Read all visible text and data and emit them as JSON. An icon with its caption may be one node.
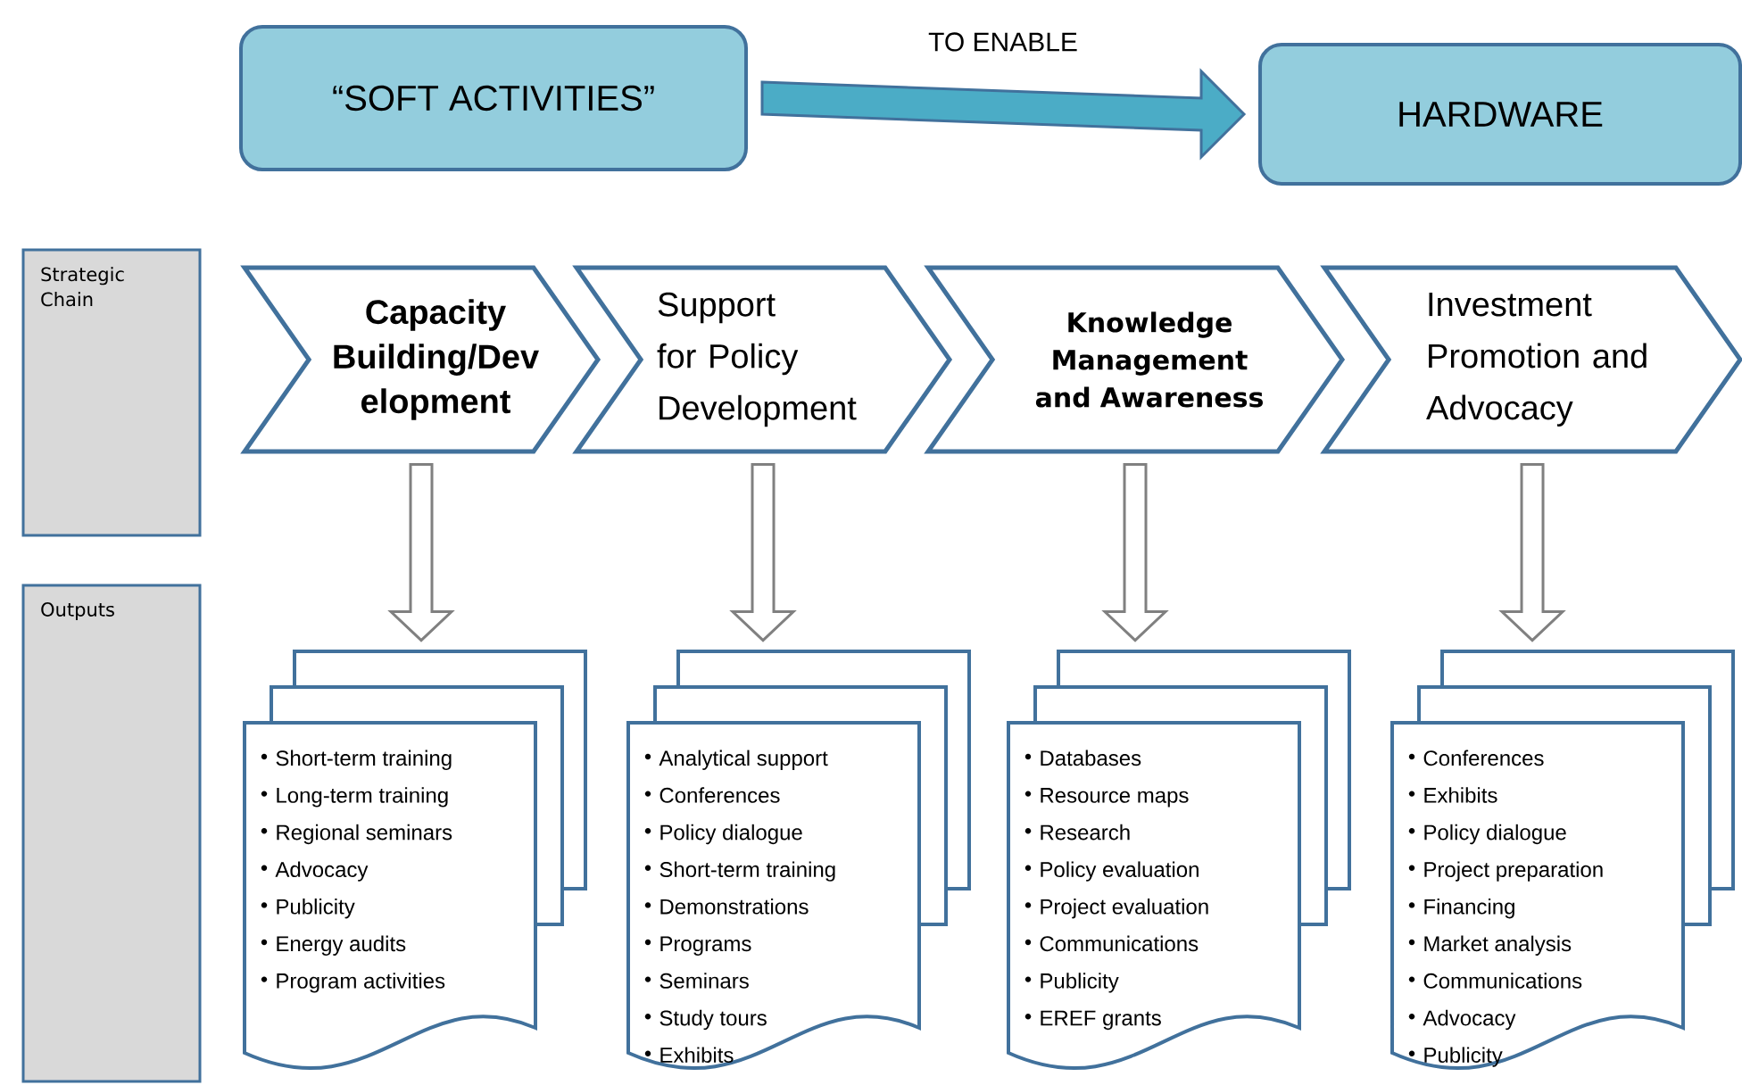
{
  "diagram": {
    "nodes": [
      {
        "text": [
          "“SOFT ACTIVITIES”"
        ]
      },
      {
        "text": [
          "HARDWARE"
        ]
      },
      {
        "text": [
          "Strategic Chain"
        ]
      },
      {
        "text": [
          "Outputs"
        ]
      },
      {
        "text": [
          "Capacity Building/Dev elopment"
        ]
      },
      {
        "text": [
          "Support for Policy Development"
        ]
      },
      {
        "text": [
          "Knowledge Management and Awareness"
        ]
      },
      {
        "text": [
          "Investment Promotion and Advocacy"
        ]
      },
      {
        "text": [
          "Short-term training",
          "Long-term training",
          "Regional seminars",
          "Advocacy",
          "Publicity",
          "Energy audits",
          "Program activities"
        ]
      },
      {
        "text": [
          "Analytical support",
          "Conferences",
          "Policy dialogue",
          "Short-term training",
          "Demonstrations",
          "Programs",
          "Seminars",
          "Study tours",
          "Exhibits"
        ]
      },
      {
        "text": [
          "Databases",
          "Resource maps",
          "Research",
          "Policy evaluation",
          "Project evaluation",
          "Communications",
          "Publicity",
          "EREF grants"
        ]
      },
      {
        "text": [
          "Conferences",
          "Exhibits",
          "Policy dialogue",
          "Project preparation",
          "Financing",
          "Market analysis",
          "Communications",
          "Advocacy",
          "Publicity"
        ]
      }
    ],
    "edges": [
      {
        "from": 0,
        "to": 1,
        "arrow": "to",
        "label": "TO ENABLE",
        "style": "thick"
      },
      {
        "from": 4,
        "to": 8,
        "arrow": "to"
      },
      {
        "from": 5,
        "to": 9,
        "arrow": "to"
      },
      {
        "from": 6,
        "to": 10,
        "arrow": "to"
      },
      {
        "from": 7,
        "to": 11,
        "arrow": "to"
      }
    ]
  }
}
